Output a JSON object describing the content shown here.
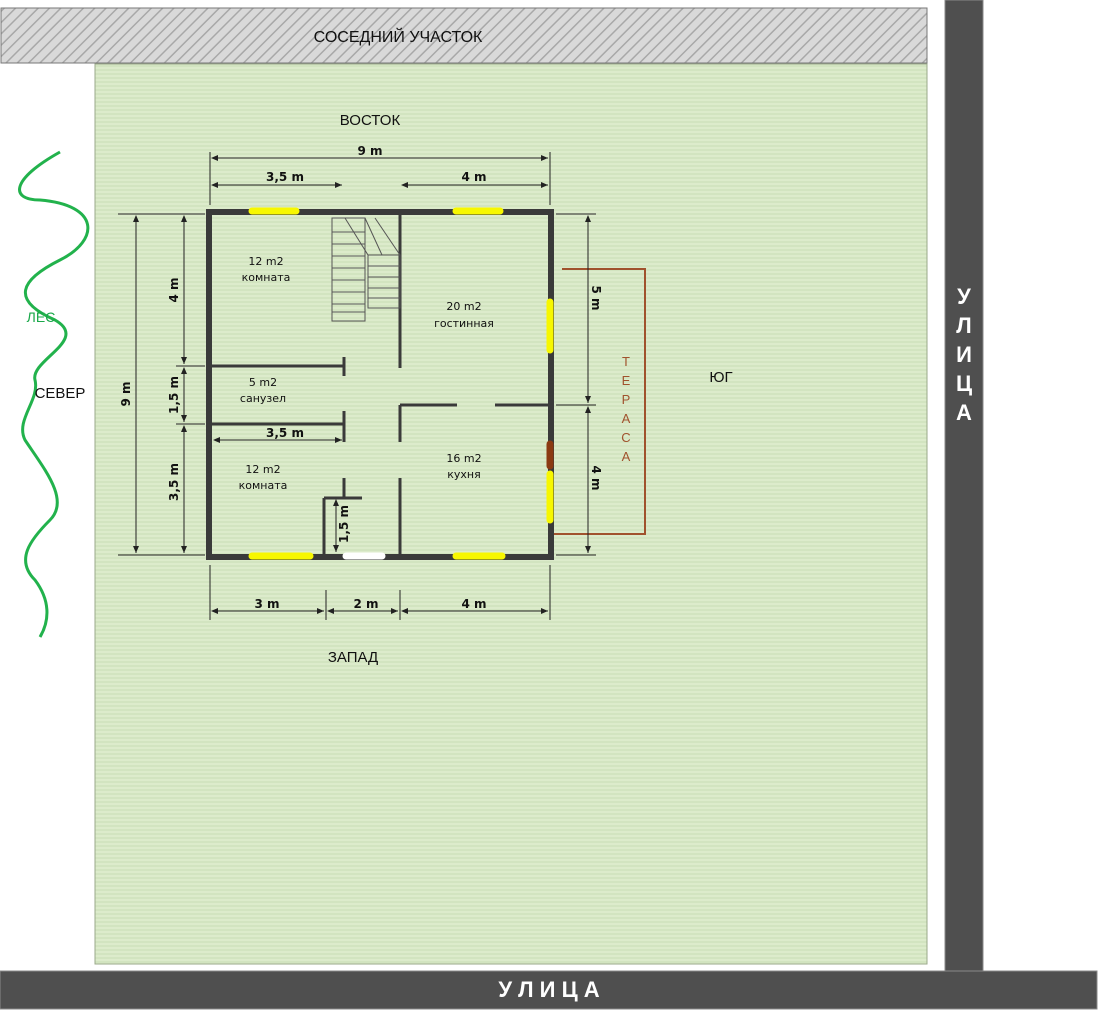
{
  "labels": {
    "neighbor": "СОСЕДНИЙ УЧАСТОК",
    "east": "ВОСТОК",
    "west": "ЗАПАД",
    "north": "СЕВЕР",
    "south": "ЮГ",
    "forest": "ЛЕС",
    "street_bottom": "У Л И Ц А",
    "street_right": [
      "У",
      "Л",
      "И",
      "Ц",
      "А"
    ],
    "terrace": [
      "Т",
      "Е",
      "Р",
      "А",
      "С",
      "А"
    ]
  },
  "dimensions": {
    "top_total": "9 m",
    "top_left": "3,5 m",
    "top_right": "4 m",
    "bottom_1": "3 m",
    "bottom_2": "2 m",
    "bottom_3": "4 m",
    "left_total": "9 m",
    "left_1": "4 m",
    "left_2": "1,5 m",
    "left_3": "3,5 m",
    "inner_35": "3,5 m",
    "inner_15": "1,5 m",
    "right_5": "5 m",
    "right_4": "4 m"
  },
  "rooms": {
    "room1_area": "12 m2",
    "room1_name": "комната",
    "living_area": "20 m2",
    "living_name": "гостинная",
    "bath_area": "5 m2",
    "bath_name": "санузел",
    "room2_area": "12 m2",
    "room2_name": "комната",
    "kitchen_area": "16 m2",
    "kitchen_name": "кухня"
  },
  "colors": {
    "lawn": "#d7e8c5",
    "forest_line": "#22b24c",
    "forest_text": "#1aa84a",
    "street": "#4f4f4f",
    "window": "#f7f700",
    "terrace": "#a0522d",
    "wall": "#3a3a3a"
  }
}
